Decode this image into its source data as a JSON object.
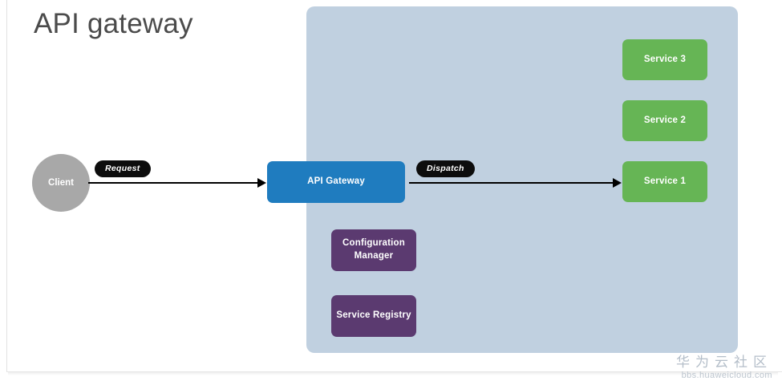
{
  "diagram": {
    "title": "API gateway",
    "boundary_label": "",
    "colors": {
      "panel": "#c0d0e0",
      "gateway": "#1f7cbf",
      "service": "#66b555",
      "support": "#5b3a70",
      "client": "#a8a8a8",
      "label_pill": "#0d0d0d",
      "arrow": "#000000",
      "title_text": "#4b4b4b",
      "page_background": "#ffffff"
    },
    "nodes": {
      "client": {
        "label": "Client",
        "shape": "circle",
        "color": "#a8a8a8"
      },
      "gateway": {
        "label": "API Gateway",
        "shape": "rounded-rect",
        "color": "#1f7cbf"
      },
      "service_1": {
        "label": "Service 1",
        "shape": "rounded-rect",
        "color": "#66b555"
      },
      "service_2": {
        "label": "Service 2",
        "shape": "rounded-rect",
        "color": "#66b555"
      },
      "service_3": {
        "label": "Service 3",
        "shape": "rounded-rect",
        "color": "#66b555"
      },
      "configuration_manager": {
        "label": "Configuration Manager",
        "label_line_1": "Configuration",
        "label_line_2": "Manager",
        "shape": "rounded-rect",
        "color": "#5b3a70"
      },
      "service_registry": {
        "label": "Service Registry",
        "shape": "rounded-rect",
        "color": "#5b3a70"
      }
    },
    "edges": [
      {
        "from": "client",
        "to": "gateway",
        "label": "Request"
      },
      {
        "from": "gateway",
        "to": "service_1",
        "label": "Dispatch"
      }
    ],
    "edge_labels": {
      "request": "Request",
      "dispatch": "Dispatch"
    }
  },
  "watermark": {
    "brand_cn": "华为云社区",
    "url": "bbs.huaweicloud.com"
  }
}
